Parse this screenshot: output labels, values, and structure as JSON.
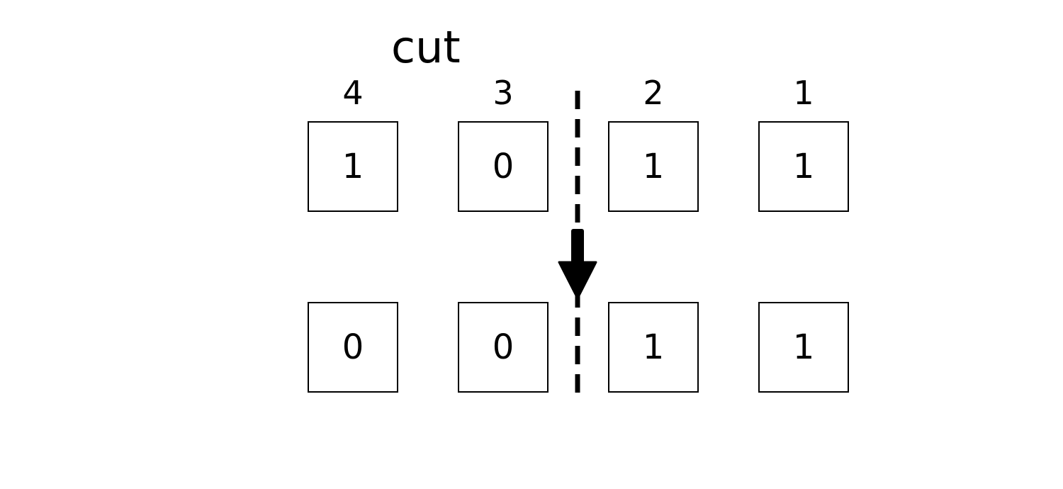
{
  "title": "cut",
  "positions": [
    "4",
    "3",
    "2",
    "1"
  ],
  "top_row": [
    "1",
    "0",
    "1",
    "1"
  ],
  "bottom_row": [
    "0",
    "0",
    "1",
    "1"
  ],
  "colors": {
    "background": "#ffffff",
    "stroke": "#000000"
  }
}
